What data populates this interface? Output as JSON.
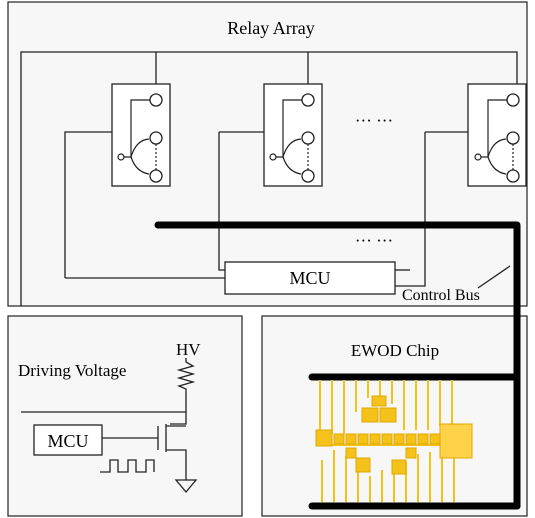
{
  "colors": {
    "panel_fill": "#f7f7f7",
    "stroke": "#222222",
    "bus": "#000000",
    "chip_gold": "#f2c318",
    "chip_gold_light": "#ffd95a"
  },
  "relay_array": {
    "title": "Relay Array",
    "ellipsis_top": "··· ···",
    "ellipsis_bottom": "··· ···",
    "mcu_label": "MCU"
  },
  "control_bus": {
    "label": "Control Bus"
  },
  "driving_voltage": {
    "title": "Driving Voltage",
    "hv_label": "HV",
    "mcu_label": "MCU"
  },
  "ewod": {
    "title": "EWOD Chip"
  }
}
